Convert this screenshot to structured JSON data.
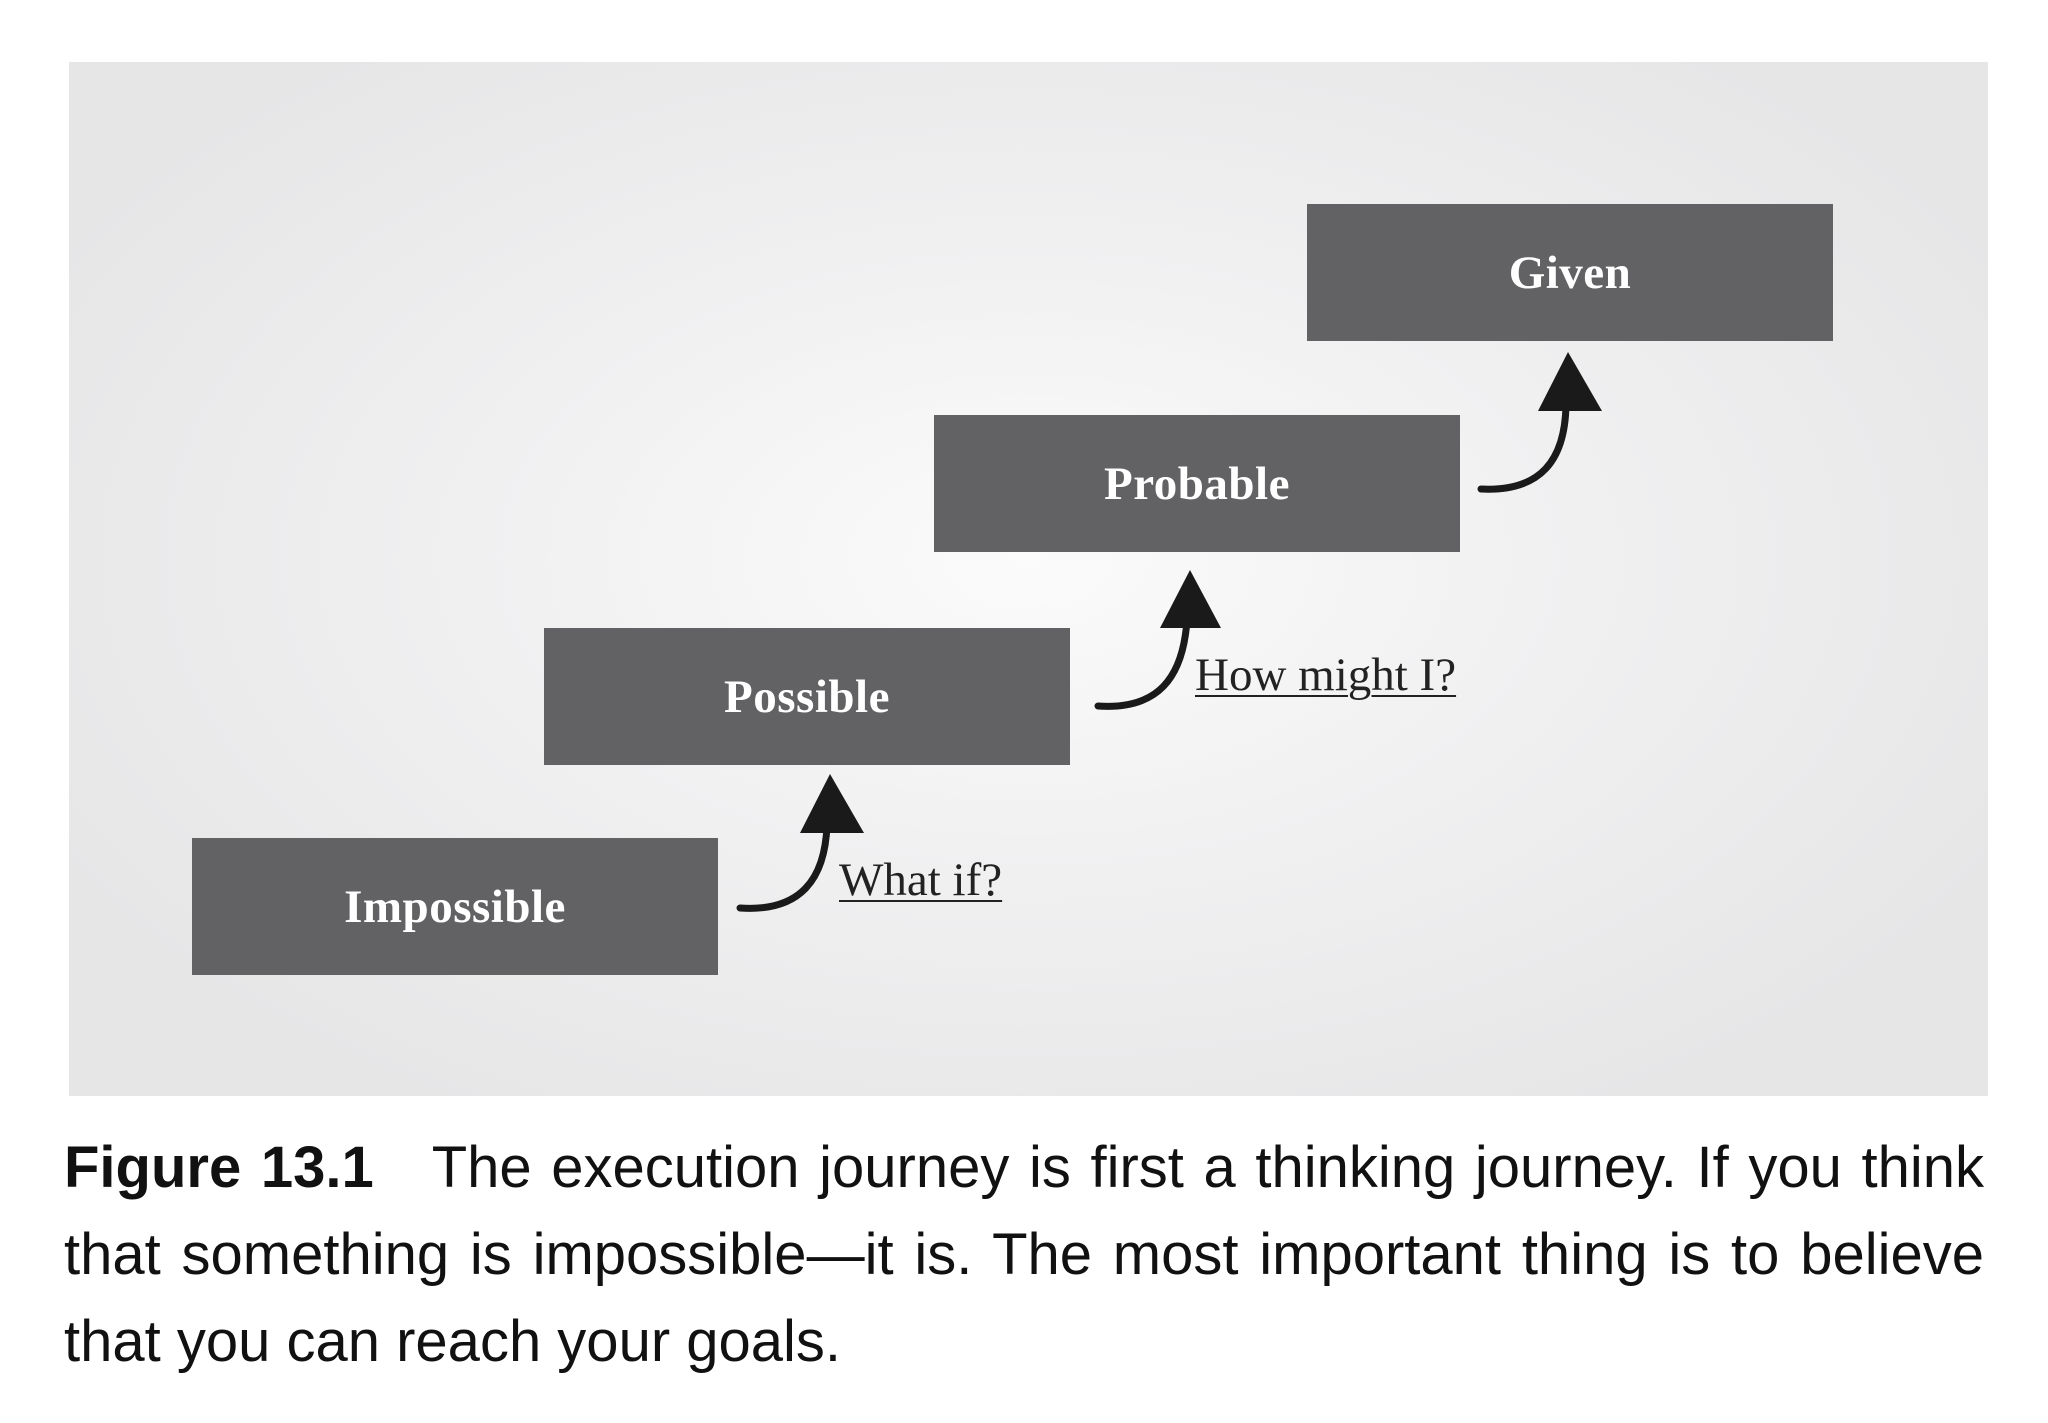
{
  "diagram": {
    "steps": [
      {
        "label": "Impossible"
      },
      {
        "label": "Possible"
      },
      {
        "label": "Probable"
      },
      {
        "label": "Given"
      }
    ],
    "questions": [
      {
        "text": "What if?"
      },
      {
        "text": "How might I?"
      }
    ],
    "colors": {
      "box_fill": "#626264",
      "box_text": "#ffffff",
      "arrow": "#1a1a1a",
      "panel_background": "#e9e9ea"
    }
  },
  "caption": {
    "label": "Figure 13.1",
    "text": "The execution journey is first a thinking journey. If you think that something is impossible—it is. The most important thing is to believe that you can reach your goals."
  }
}
